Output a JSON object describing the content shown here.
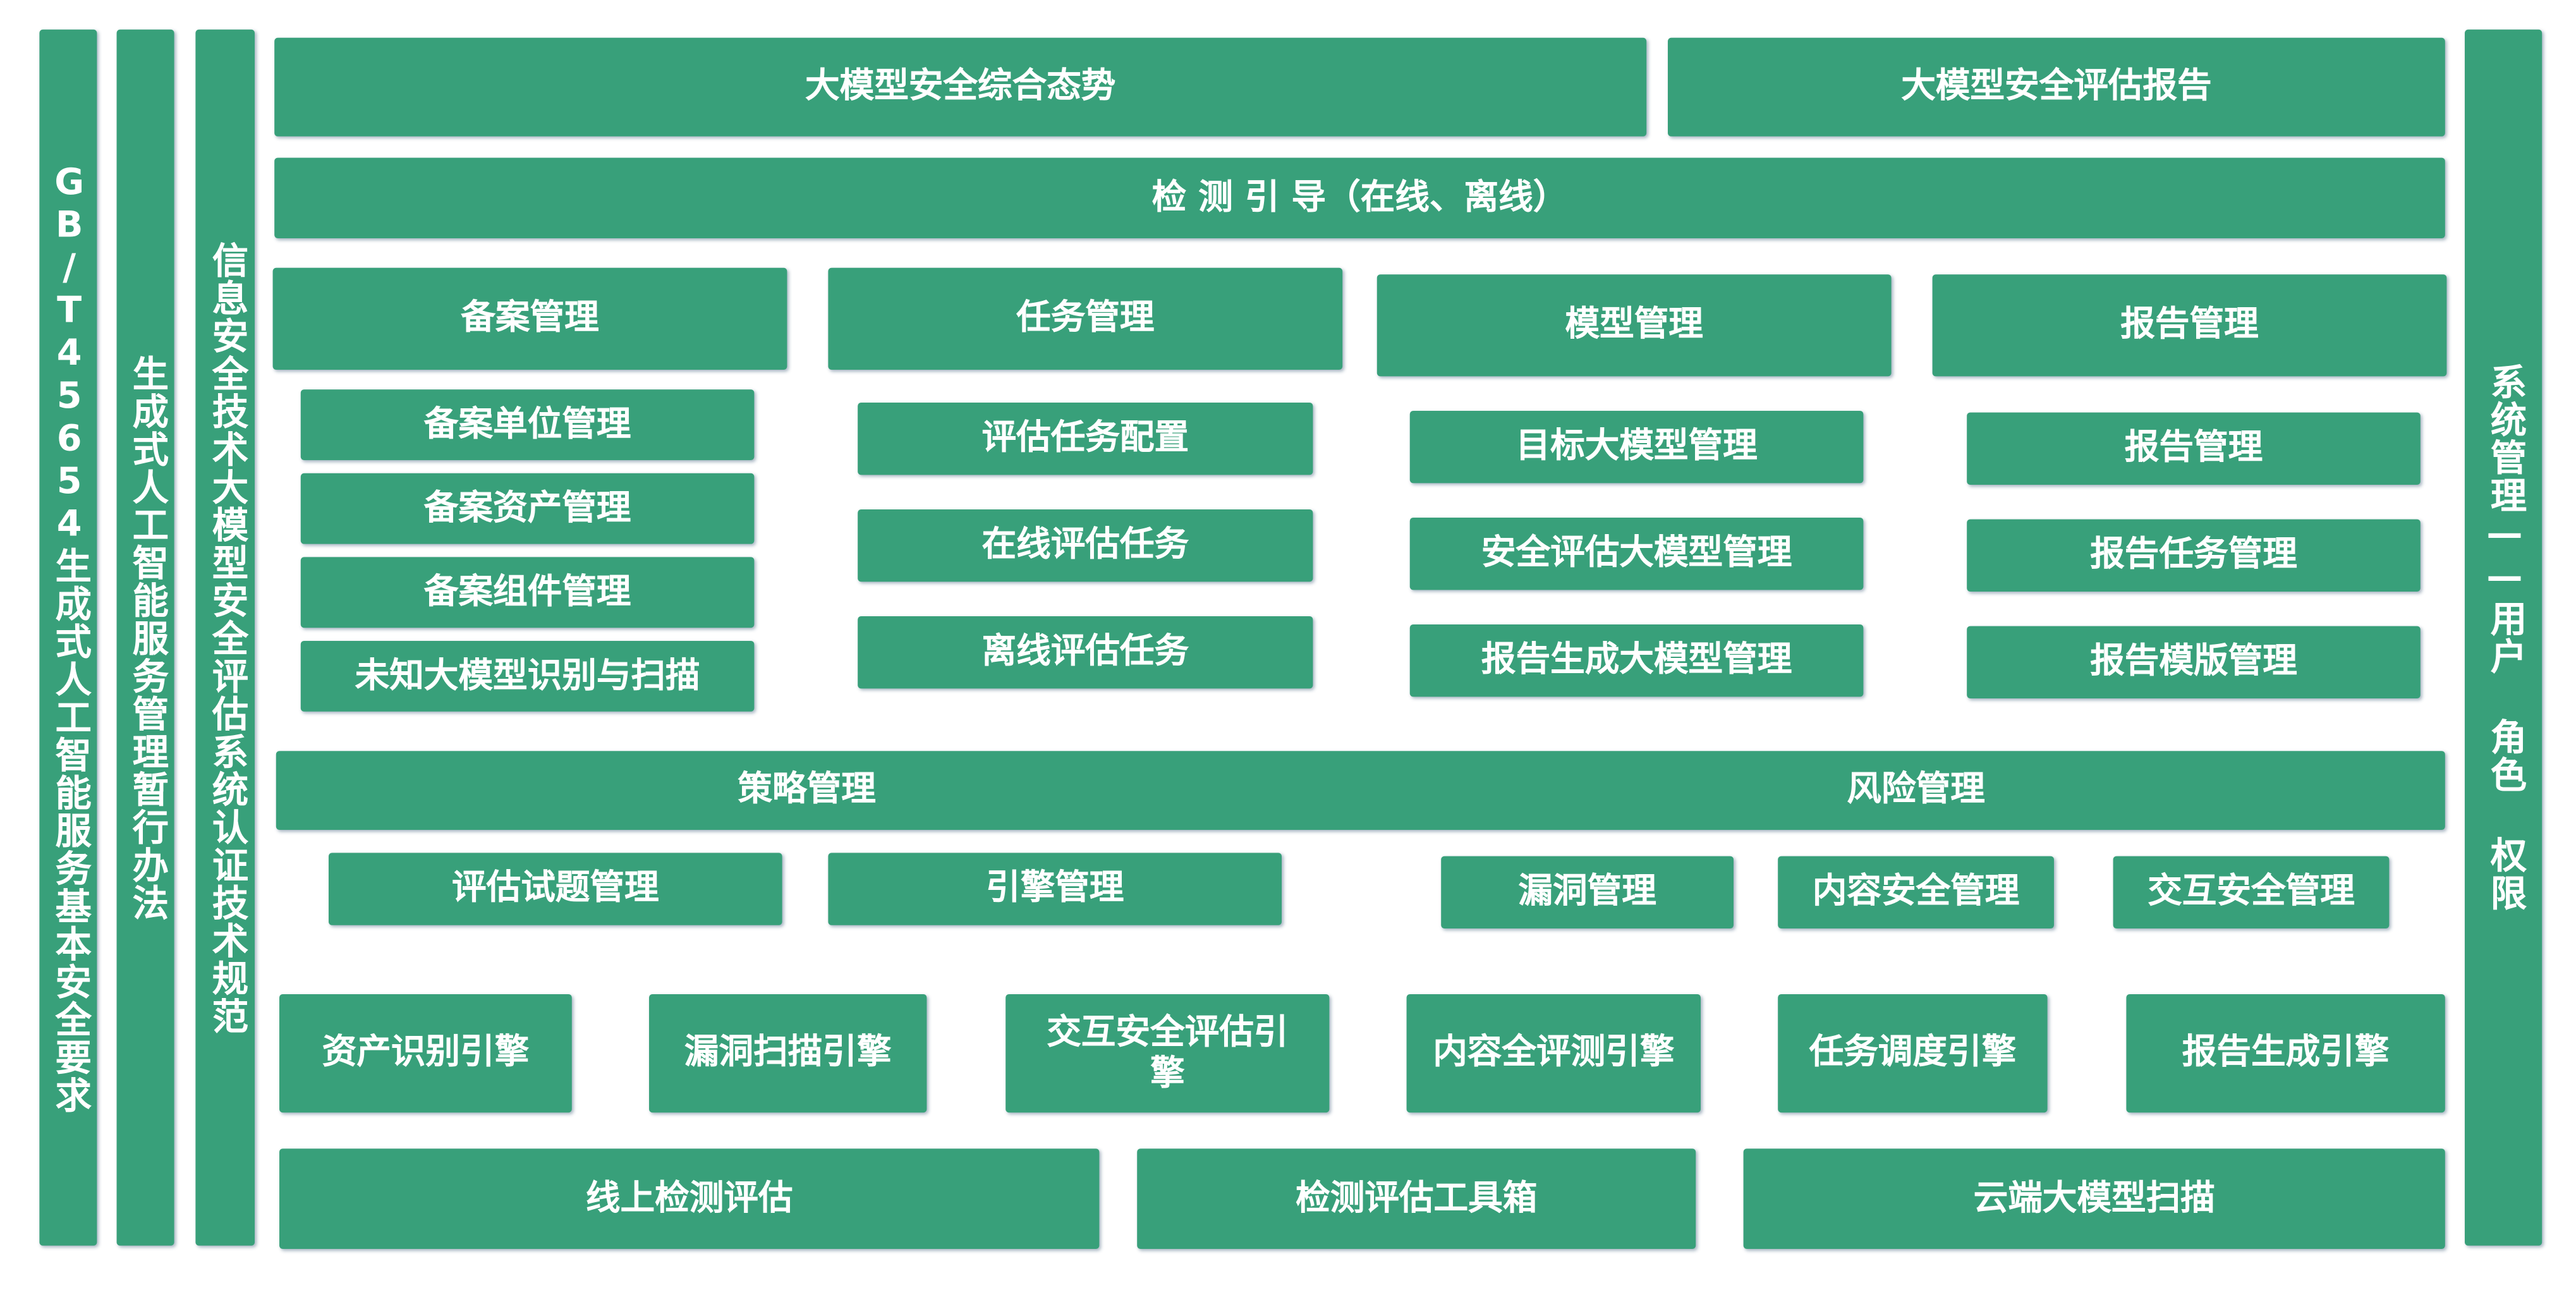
{
  "standards": [
    "GB/T45654生成式人工智能服务基本安全要求",
    "生成式人工智能服务管理暂行办法",
    "信息安全技术大模型安全评估系统认证技术规范"
  ],
  "system_mgmt": "系统管理——用户 角色 权限",
  "top": [
    "大模型安全综合态势",
    "大模型安全评估报告"
  ],
  "guide": "检 测 引 导（在线、离线）",
  "sections": [
    {
      "title": "备案管理",
      "items": [
        "备案单位管理",
        "备案资产管理",
        "备案组件管理",
        "未知大模型识别与扫描"
      ]
    },
    {
      "title": "任务管理",
      "items": [
        "评估任务配置",
        "在线评估任务",
        "离线评估任务"
      ]
    },
    {
      "title": "模型管理",
      "items": [
        "目标大模型管理",
        "安全评估大模型管理",
        "报告生成大模型管理"
      ]
    },
    {
      "title": "报告管理",
      "items": [
        "报告管理",
        "报告任务管理",
        "报告模版管理"
      ]
    }
  ],
  "strategy": {
    "title": "策略管理",
    "items": [
      "评估试题管理",
      "引擎管理"
    ]
  },
  "risk": {
    "title": "风险管理",
    "items": [
      "漏洞管理",
      "内容安全管理",
      "交互安全管理"
    ]
  },
  "engines": [
    "资产识别引擎",
    "漏洞扫描引擎",
    "交互安全评估引擎",
    "内容全评测引擎",
    "任务调度引擎",
    "报告生成引擎"
  ],
  "bottom": [
    "线上检测评估",
    "检测评估工具箱",
    "云端大模型扫描"
  ],
  "colors": {
    "box": "#38a07a",
    "text": "#ffffff"
  }
}
